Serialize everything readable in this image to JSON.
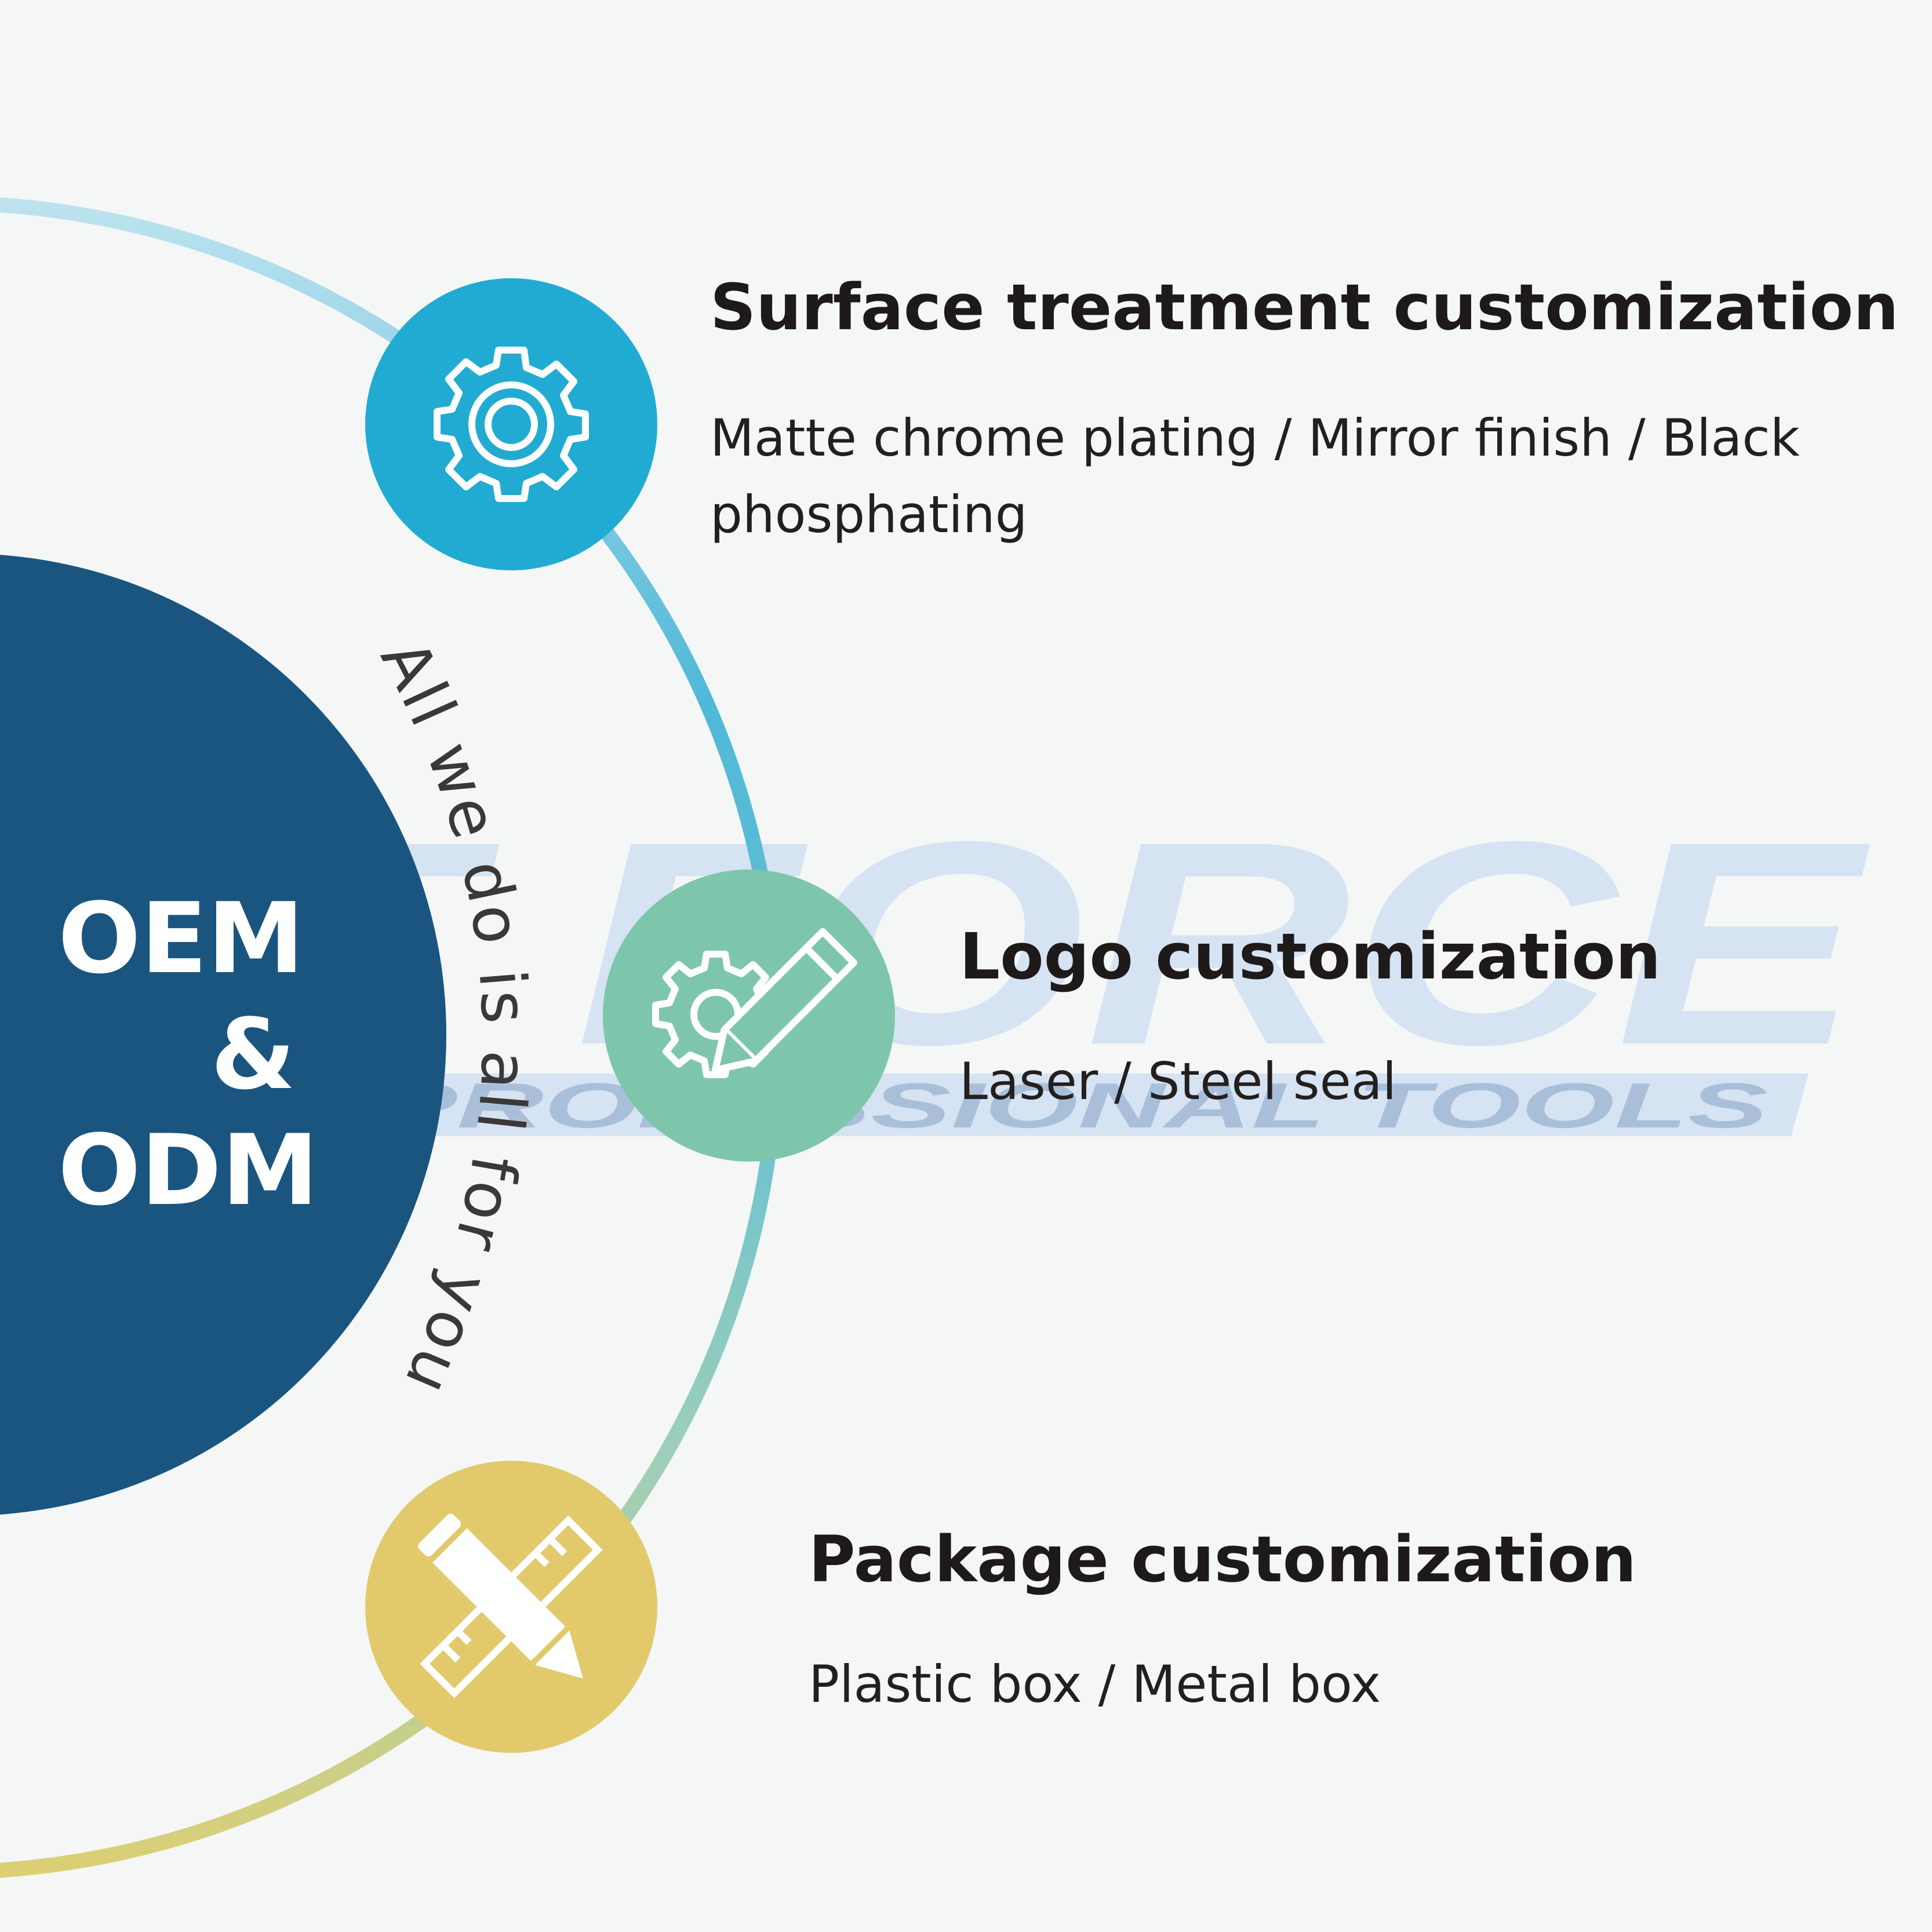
{
  "colors": {
    "background": "#f5f7f7",
    "center_circle": "#1a5580",
    "surface_circle": "#22abd2",
    "logo_circle": "#7ec6ab",
    "package_circle": "#e2c96c",
    "watermark": "#d5e3f2",
    "title_text": "#1e1a1a",
    "body_text": "#231f1f"
  },
  "watermark": {
    "brand": "T FORCE",
    "tagline": "PROFESSIONAL TOOLS"
  },
  "center": {
    "line1": "OEM",
    "line2": "&",
    "line3": "ODM"
  },
  "slogan": "All we do is all for you",
  "items": [
    {
      "title": "Surface treatment customization",
      "desc_line1": "Matte chrome plating / Mirror finish / Black",
      "desc_line2": "phosphating",
      "icon": "gear-icon"
    },
    {
      "title": "Logo  customization",
      "desc_line1": "Laser / Steel seal",
      "icon": "gear-pencil-icon"
    },
    {
      "title": "Package  customization",
      "desc_line1": "Plastic box / Metal box",
      "icon": "pencil-ruler-icon"
    }
  ]
}
